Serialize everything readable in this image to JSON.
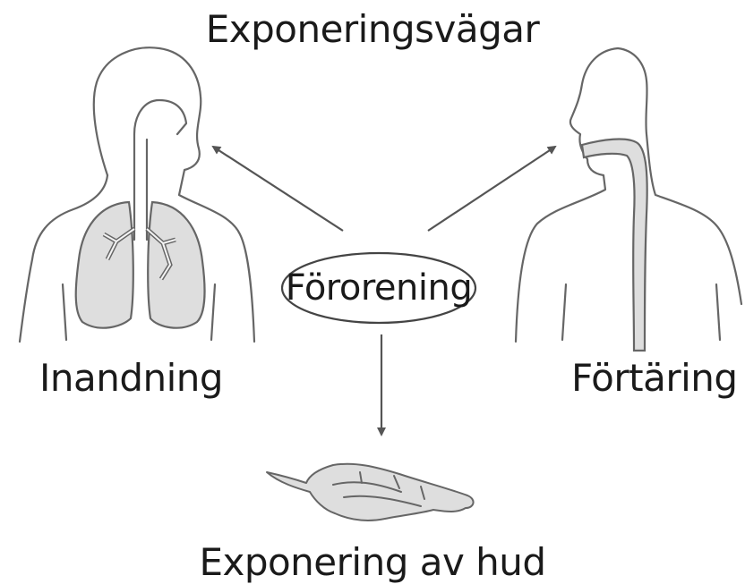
{
  "diagram": {
    "title": "Exponeringsvägar",
    "source": "Förorening",
    "routes": [
      {
        "label": "Inandning",
        "icon": "lungs-figure-icon"
      },
      {
        "label": "Förtäring",
        "icon": "digestive-figure-icon"
      },
      {
        "label": "Exponering av hud",
        "icon": "hand-icon"
      }
    ]
  },
  "colors": {
    "line": "#555555",
    "fill": "#dedede",
    "text": "#1a1a1a"
  }
}
